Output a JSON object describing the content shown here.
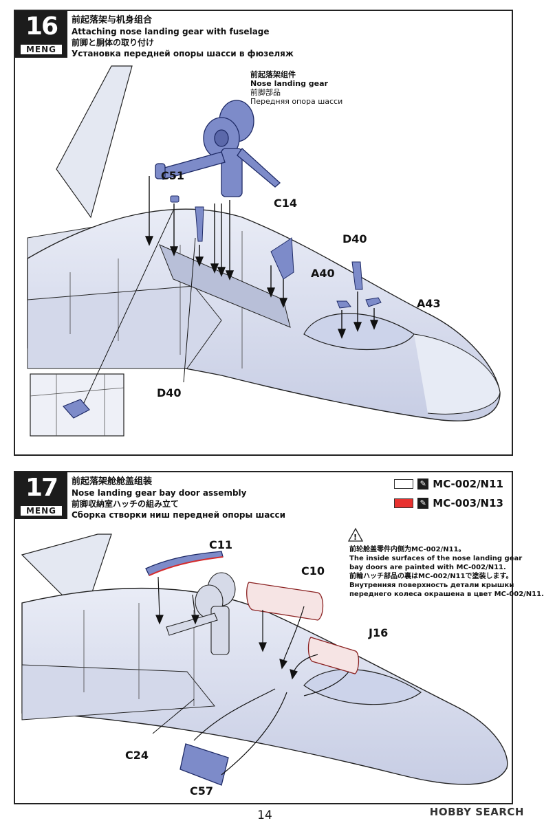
{
  "step16": {
    "number": "16",
    "brand": "MENG",
    "title_zh": "前起落架与机身组合",
    "title_en": "Attaching nose landing gear with fuselage",
    "title_ja": "前脚と胴体の取り付け",
    "title_ru": "Установка передней опоры шасси в фюзеляж",
    "callout": {
      "zh": "前起落架组件",
      "en": "Nose landing gear",
      "ja": "前脚部品",
      "ru": "Передняя опора шасси"
    },
    "parts": [
      "C51",
      "C14",
      "D40",
      "A40",
      "A43",
      "D40"
    ]
  },
  "step17": {
    "number": "17",
    "brand": "MENG",
    "title_zh": "前起落架舱舱盖组装",
    "title_en": "Nose landing gear bay door assembly",
    "title_ja": "前脚収納室ハッチの組み立て",
    "title_ru": "Сборка створки ниш передней опоры шасси",
    "legend": [
      {
        "code": "MC-002/N11",
        "color": "#ffffff"
      },
      {
        "code": "MC-003/N13",
        "color": "#e8312f"
      }
    ],
    "note": [
      "前轮舱盖零件内侧为MC-002/N11。",
      "The inside surfaces of the nose landing gear",
      "bay doors are painted with MC-002/N11.",
      "前輪ハッチ部品の裏はMC-002/N11で塗装します。",
      "Внутренняя поверхность детали крышки",
      "переднего колеса окрашена в цвет MC-002/N11."
    ],
    "parts": [
      "C11",
      "C10",
      "J16",
      "C24",
      "C57"
    ]
  },
  "footer": {
    "page_number": "14",
    "watermark": "HOBBY SEARCH"
  }
}
